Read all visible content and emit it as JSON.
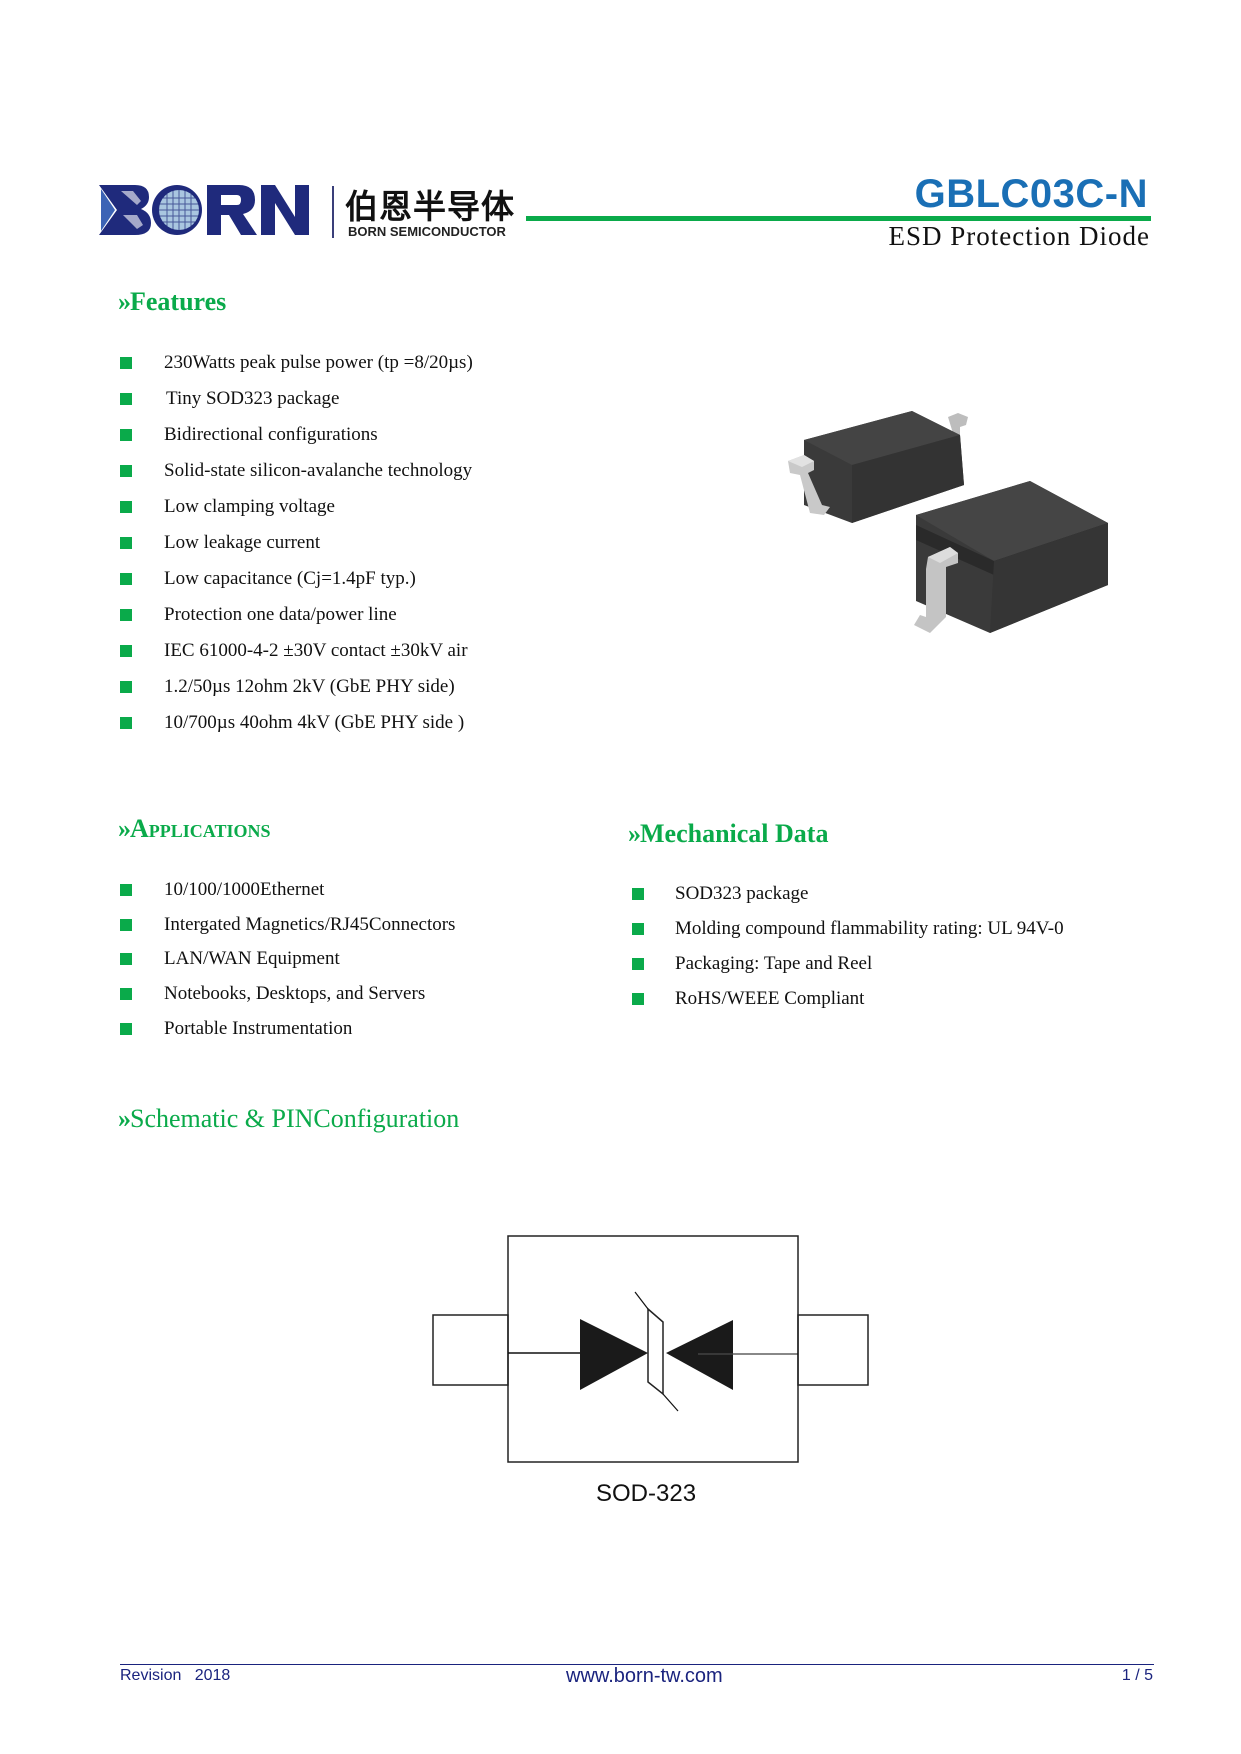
{
  "header": {
    "brand": {
      "logo_text": "BORN",
      "chinese_name": "伯恩半导体",
      "english_name": "BORN SEMICONDUCTOR",
      "logo_color": "#1f2a7c"
    },
    "part_number": "GBLC03C-N",
    "part_description": "ESD Protection Diode",
    "accent_color": "#0aaa4a",
    "part_number_color": "#1a6fb5"
  },
  "features": {
    "heading_marker": "»",
    "heading": "Features",
    "items": [
      "230Watts peak pulse power (tp =8/20µs)",
      "Tiny SOD323 package",
      "Bidirectional configurations",
      "Solid-state silicon-avalanche technology",
      "Low clamping voltage",
      "Low leakage current",
      "Low capacitance (Cj=1.4pF typ.)",
      "Protection one data/power line",
      "IEC 61000-4-2 ±30V contact ±30kV air",
      "1.2/50µs 12ohm 2kV (GbE PHY side)",
      "10/700µs 40ohm 4kV (GbE PHY side )"
    ]
  },
  "product_image": {
    "icon": "sod323-package-photo"
  },
  "applications": {
    "heading_marker": "»",
    "heading": "Applications",
    "items": [
      "10/100/1000Ethernet",
      "Intergated Magnetics/RJ45Connectors",
      "LAN/WAN Equipment",
      "Notebooks, Desktops, and Servers",
      "Portable Instrumentation"
    ]
  },
  "mechanical": {
    "heading_marker": "»",
    "heading": "Mechanical Data",
    "items": [
      "SOD323 package",
      "Molding compound flammability rating: UL 94V-0",
      "Packaging: Tape and Reel",
      "RoHS/WEEE Compliant"
    ]
  },
  "schematic": {
    "heading_marker": "»",
    "heading": "Schematic & PINConfiguration",
    "package_label": "SOD-323",
    "icon": "bidirectional-tvs-diode-symbol"
  },
  "footer": {
    "revision": "Revision   2018",
    "website": "www.born-tw.com",
    "page": "1 / 5",
    "color": "#1a237e"
  }
}
